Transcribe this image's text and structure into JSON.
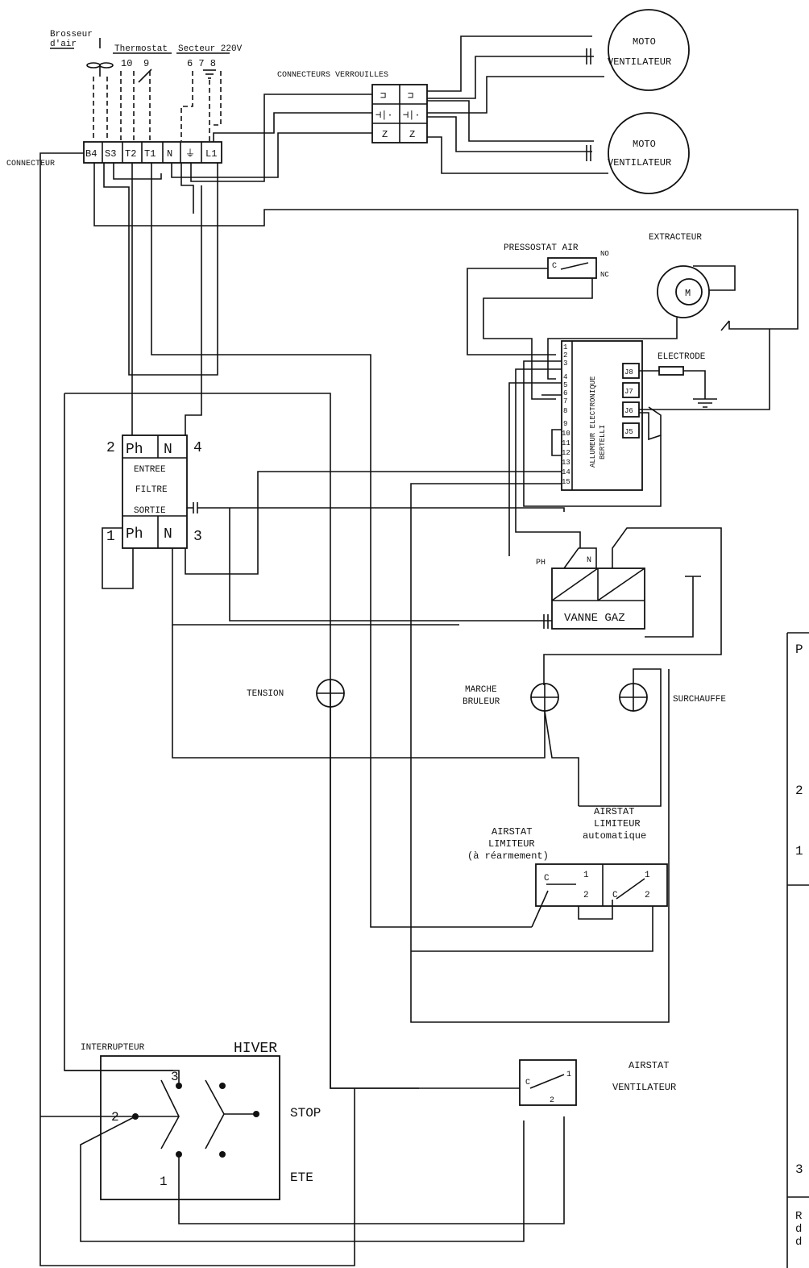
{
  "labels": {
    "brasseur_1": "Brosseur",
    "brasseur_2": "d'air",
    "thermostat": "Thermostat",
    "secteur": "Secteur 220V",
    "pin_10": "10",
    "pin_9": "9",
    "pin_678": "6 7 8",
    "connecteur": "CONNECTEUR",
    "connecteurs_verrouilles": "CONNECTEURS VERROUILLES",
    "moto": "MOTO",
    "ventilateur": "VENTILATEUR",
    "pressostat_air": "PRESSOSTAT AIR",
    "no": "NO",
    "nc": "NC",
    "extracteur": "EXTRACTEUR",
    "m": "M",
    "electrode": "ELECTRODE",
    "allumeur_1": "ALLUMEUR ELECTRONIQUE",
    "allumeur_2": "BERTELLI",
    "ph": "Ph",
    "n": "N",
    "entree": "ENTREE",
    "filtre": "FILTRE",
    "sortie": "SORTIE",
    "vanne_gaz": "VANNE GAZ",
    "ph_caps": "PH",
    "tension": "TENSION",
    "marche": "MARCHE",
    "bruleur": "BRULEUR",
    "surchauffe": "SURCHAUFFE",
    "airstat": "AIRSTAT",
    "limiteur": "LIMITEUR",
    "a_rearmement": "(à réarmement)",
    "automatique": "automatique",
    "c": "C",
    "interrupteur": "INTERRUPTEUR",
    "hiver": "HIVER",
    "stop": "STOP",
    "ete": "ETE",
    "airstat_vent_1": "AIRSTAT",
    "airstat_vent_2": "VENTILATEUR",
    "margin_p": "P",
    "margin_r": "R",
    "margin_d1": "d",
    "margin_d2": "d"
  },
  "terminal_block": [
    "B4",
    "S3",
    "T2",
    "T1",
    "N",
    "⏚",
    "L1"
  ],
  "locked_connector_rows": [
    [
      "⊐",
      "⊐"
    ],
    [
      "⊣|·",
      "⊣|·"
    ],
    [
      "Z",
      "Z"
    ]
  ],
  "allumeur_pins": [
    "1",
    "2",
    "3",
    "4",
    "5",
    "6",
    "7",
    "8",
    "9",
    "10",
    "11",
    "12",
    "13",
    "14",
    "15"
  ],
  "allumeur_jacks": [
    "J8",
    "J7",
    "J6",
    "J5"
  ],
  "filter_numbers": {
    "top_left": "2",
    "top_right": "4",
    "bottom_left": "1",
    "bottom_right": "3"
  },
  "switch_numbers": {
    "top": "3",
    "middle": "2",
    "bottom": "1"
  },
  "airstat_contacts": {
    "one": "1",
    "two": "2"
  },
  "margin_digits": [
    "2",
    "1",
    "3"
  ]
}
